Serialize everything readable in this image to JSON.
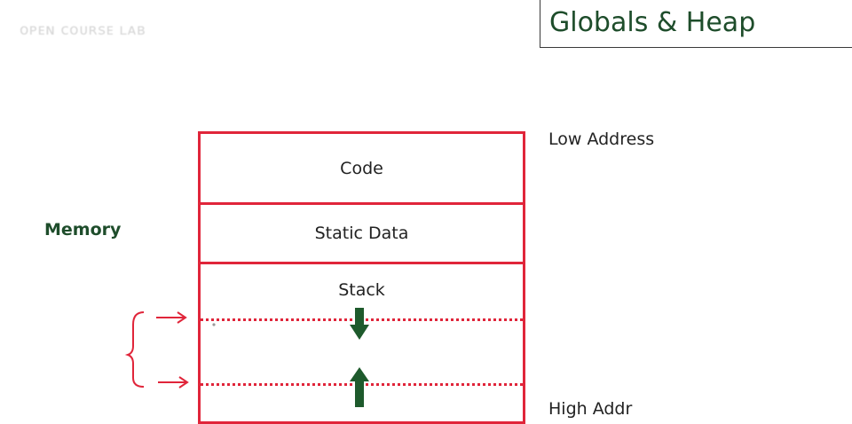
{
  "slide": {
    "title": "Globals & Heap",
    "watermark": "ᴏᴘᴇɴ ᴄᴏᴜʀsᴇ ʟᴀʙ"
  },
  "diagram": {
    "memory_label": "Memory",
    "low_address_label": "Low Address",
    "high_address_label": "High Addr",
    "segments": [
      {
        "label": "Code"
      },
      {
        "label": "Static Data"
      },
      {
        "label": "Stack"
      }
    ],
    "colors": {
      "border": "#e0253a",
      "arrow": "#1e5a2c",
      "title": "#1e4d2b"
    }
  }
}
